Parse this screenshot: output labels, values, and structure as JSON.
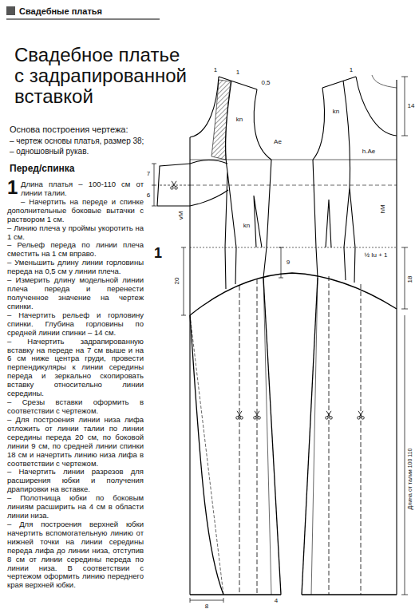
{
  "diagram": {
    "title": "Свадебное платье с задрапированной вставкой",
    "labels": [
      "Свадебные платья",
      "Основа построения чертежа:",
      "– чертеж основы платья, размер 38;",
      "– одношовный рукав.",
      "Перед/спинка",
      "1",
      "Длина платья – 100-110 см от линии талии.",
      "– Начертить на переде и спинке дополнительные боковые вытачки с раствором 1 см.",
      "– Линию плеча у проймы укоротить на 1 см.",
      "– Рельеф переда по линии плеча сместить на 1 см вправо.",
      "– Уменьшить длину линии горловины переда на 0,5 см у линии плеча.",
      "– Измерить длину модельной линии плеча переда и перенести полученное значение на чертеж спинки.",
      "– Начертить рельеф и горловину спинки. Глубина горловины по средней линии спинки – 14 см.",
      "– Начертить задрапированную вставку на переде на 7 см выше и на 6 см ниже центра груди, провести перпендикуляры к линии середины переда и зеркально скопировать вставку относительно линии середины.",
      "– Срезы вставки оформить в соответствии с чертежом.",
      "– Для построения линии низа лифа отложить от линии талии по линии середины переда 20 см, по боковой линии 9 см, по средней линии спинки 18 см и начертить линию низа лифа в соответствии с чертежом.",
      "– Начертить линии разрезов для расширения юбки и получения драпировки на вставке.",
      "– Полотнища юбки по боковым линиям расширить на 4 см в области линии низа.",
      "– Для построения верхней юбки начертить вспомогательную линию от нижней точки на линии середины переда лифа до линии низа, отступив 8 см от линии середины переда по линии низа. В соответствии с чертежом оформить линию переднего края верхней юбки.",
      "1",
      "0,5",
      "1",
      "1",
      "14",
      "kn",
      "kn",
      "Ae",
      "h.Ae",
      "7",
      "6",
      "vM",
      "hM",
      "kn",
      "1",
      "9",
      "½ Iu + 1",
      "20",
      "18",
      "Длина от талии 100 110",
      "8",
      "4"
    ]
  }
}
